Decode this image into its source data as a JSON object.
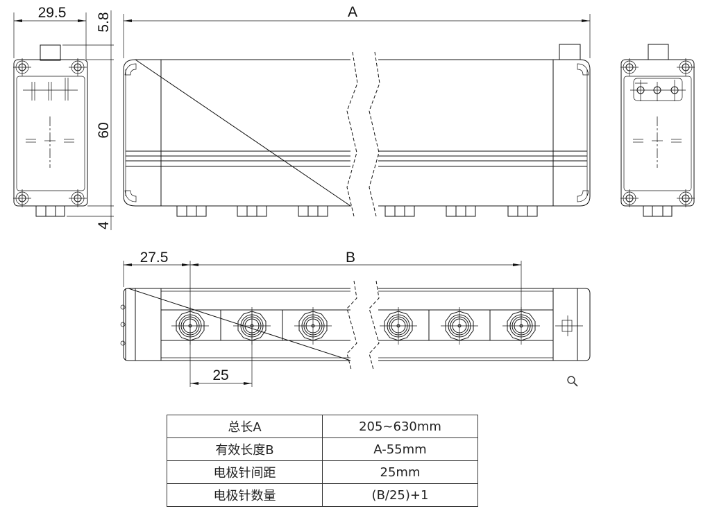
{
  "dimensions": {
    "end_width": "29.5",
    "tab_height": "5.8",
    "body_height": "60",
    "connector_height": "4",
    "total_length_label": "A",
    "first_pin_offset": "27.5",
    "effective_length_label": "B",
    "pin_pitch": "25"
  },
  "spec_table": {
    "rows": [
      {
        "key": "总长A",
        "value": "205~630mm"
      },
      {
        "key": "有效长度B",
        "value": "A-55mm"
      },
      {
        "key": "电极针间距",
        "value": "25mm"
      },
      {
        "key": "电极针数量",
        "value": "(B/25)+1"
      }
    ]
  },
  "icons": {
    "zoom": "magnifier-icon"
  }
}
